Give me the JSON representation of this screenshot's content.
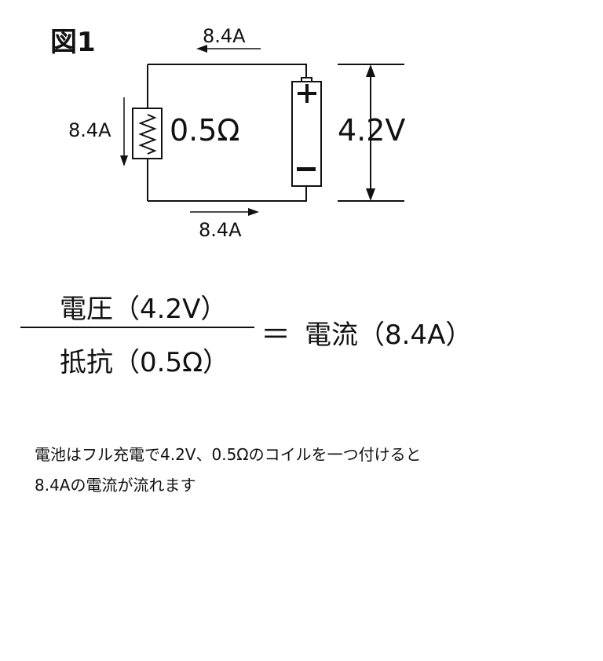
{
  "figure": {
    "label": "図1",
    "current_top": "8.4A",
    "current_left": "8.4A",
    "current_bottom": "8.4A",
    "resistance": "0.5Ω",
    "voltage": "4.2V"
  },
  "formula": {
    "numerator": "電圧（4.2V）",
    "denominator": "抵抗（0.5Ω）",
    "equals": "＝",
    "result": "電流（8.4A）"
  },
  "note": {
    "line1": "電池はフル充電で4.2V、0.5Ωのコイルを一つ付けると",
    "line2": "8.4Aの電流が流れます"
  },
  "colors": {
    "line": "#111111",
    "background": "#ffffff"
  }
}
